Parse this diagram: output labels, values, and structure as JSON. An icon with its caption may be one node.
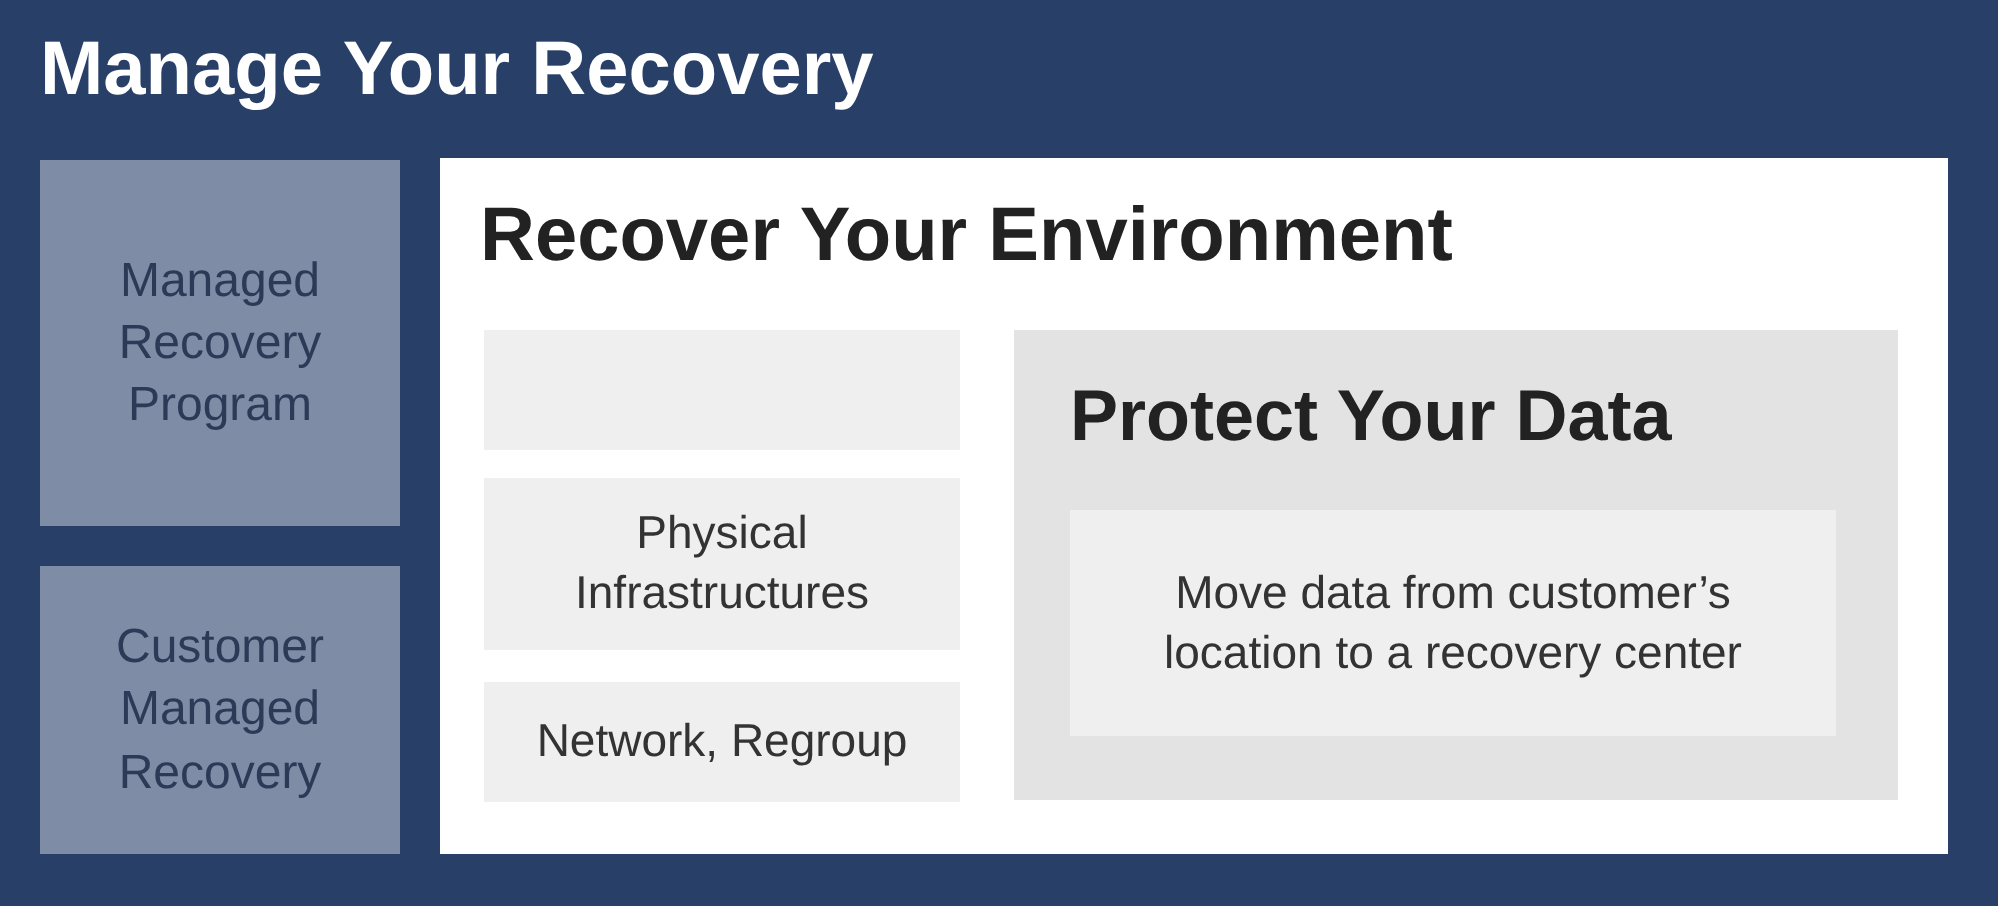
{
  "diagram": {
    "nodes": [
      {
        "text": [
          "Manage Your Recovery"
        ]
      },
      {
        "text": [
          "Managed Recovery Program"
        ],
        "in": 0
      },
      {
        "text": [
          "Customer Managed Recovery"
        ],
        "in": 0
      },
      {
        "text": [
          "Recover Your Environment"
        ],
        "in": 0
      },
      {
        "text": [],
        "shape": "box",
        "in": 3
      },
      {
        "text": [
          "Physical Infrastructures"
        ],
        "in": 3
      },
      {
        "text": [
          "Network, Regroup"
        ],
        "in": 3
      },
      {
        "text": [
          "Protect Your Data"
        ],
        "in": 3
      },
      {
        "text": [
          "Move data from customer’s location to a recovery center"
        ],
        "in": 7
      }
    ]
  }
}
